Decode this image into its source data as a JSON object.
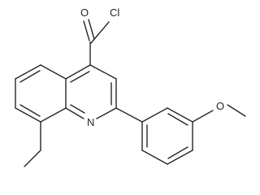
{
  "molecule": {
    "atoms": {
      "cl": "Cl",
      "o_carbonyl": "O",
      "n_ring": "N",
      "o_methoxy": "O"
    }
  }
}
